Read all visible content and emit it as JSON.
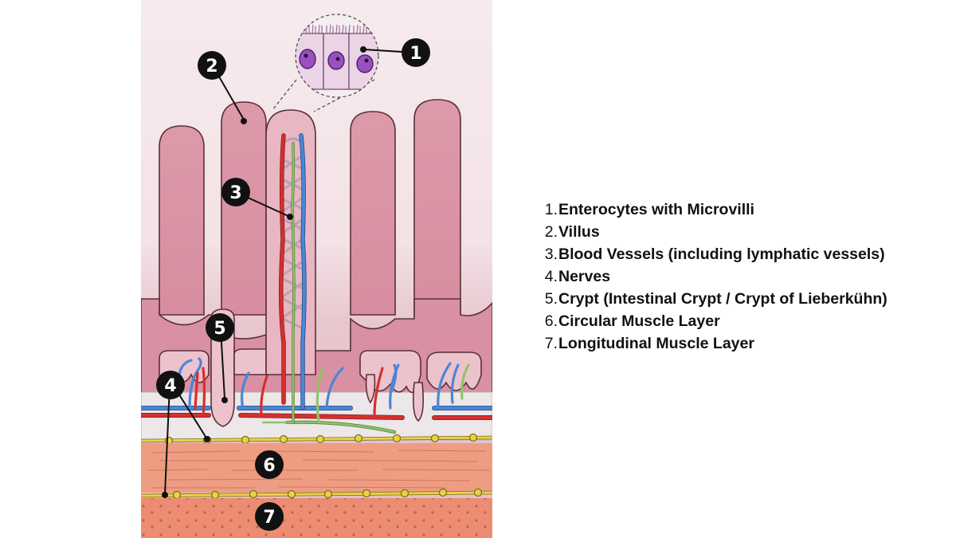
{
  "callouts": [
    {
      "number": "1"
    },
    {
      "number": "2"
    },
    {
      "number": "3"
    },
    {
      "number": "4"
    },
    {
      "number": "5"
    },
    {
      "number": "6"
    },
    {
      "number": "7"
    }
  ],
  "legend": {
    "items": [
      {
        "number": "1.",
        "label": "Enterocytes with Microvilli"
      },
      {
        "number": "2.",
        "label": "Villus"
      },
      {
        "number": "3.",
        "label": "Blood Vessels (including lymphatic vessels)"
      },
      {
        "number": "4.",
        "label": "Nerves"
      },
      {
        "number": "5.",
        "label": "Crypt (Intestinal Crypt / Crypt of Lieberkühn)"
      },
      {
        "number": "6.",
        "label": "Circular Muscle Layer"
      },
      {
        "number": "7.",
        "label": "Longitudinal Muscle Layer"
      }
    ]
  },
  "colors": {
    "lumen": "#f6e9ec",
    "villus": "#dc9aa9",
    "villus_outline": "#5a2f3a",
    "artery": "#d62f2f",
    "vein": "#4a86d6",
    "lymph": "#8fc46a",
    "capillary": "#b9a2b6",
    "nerve": "#e8d24a",
    "circular_muscle": "#ee9d83",
    "longitudinal_muscle": "#ec8c72",
    "callout": "#111111"
  }
}
